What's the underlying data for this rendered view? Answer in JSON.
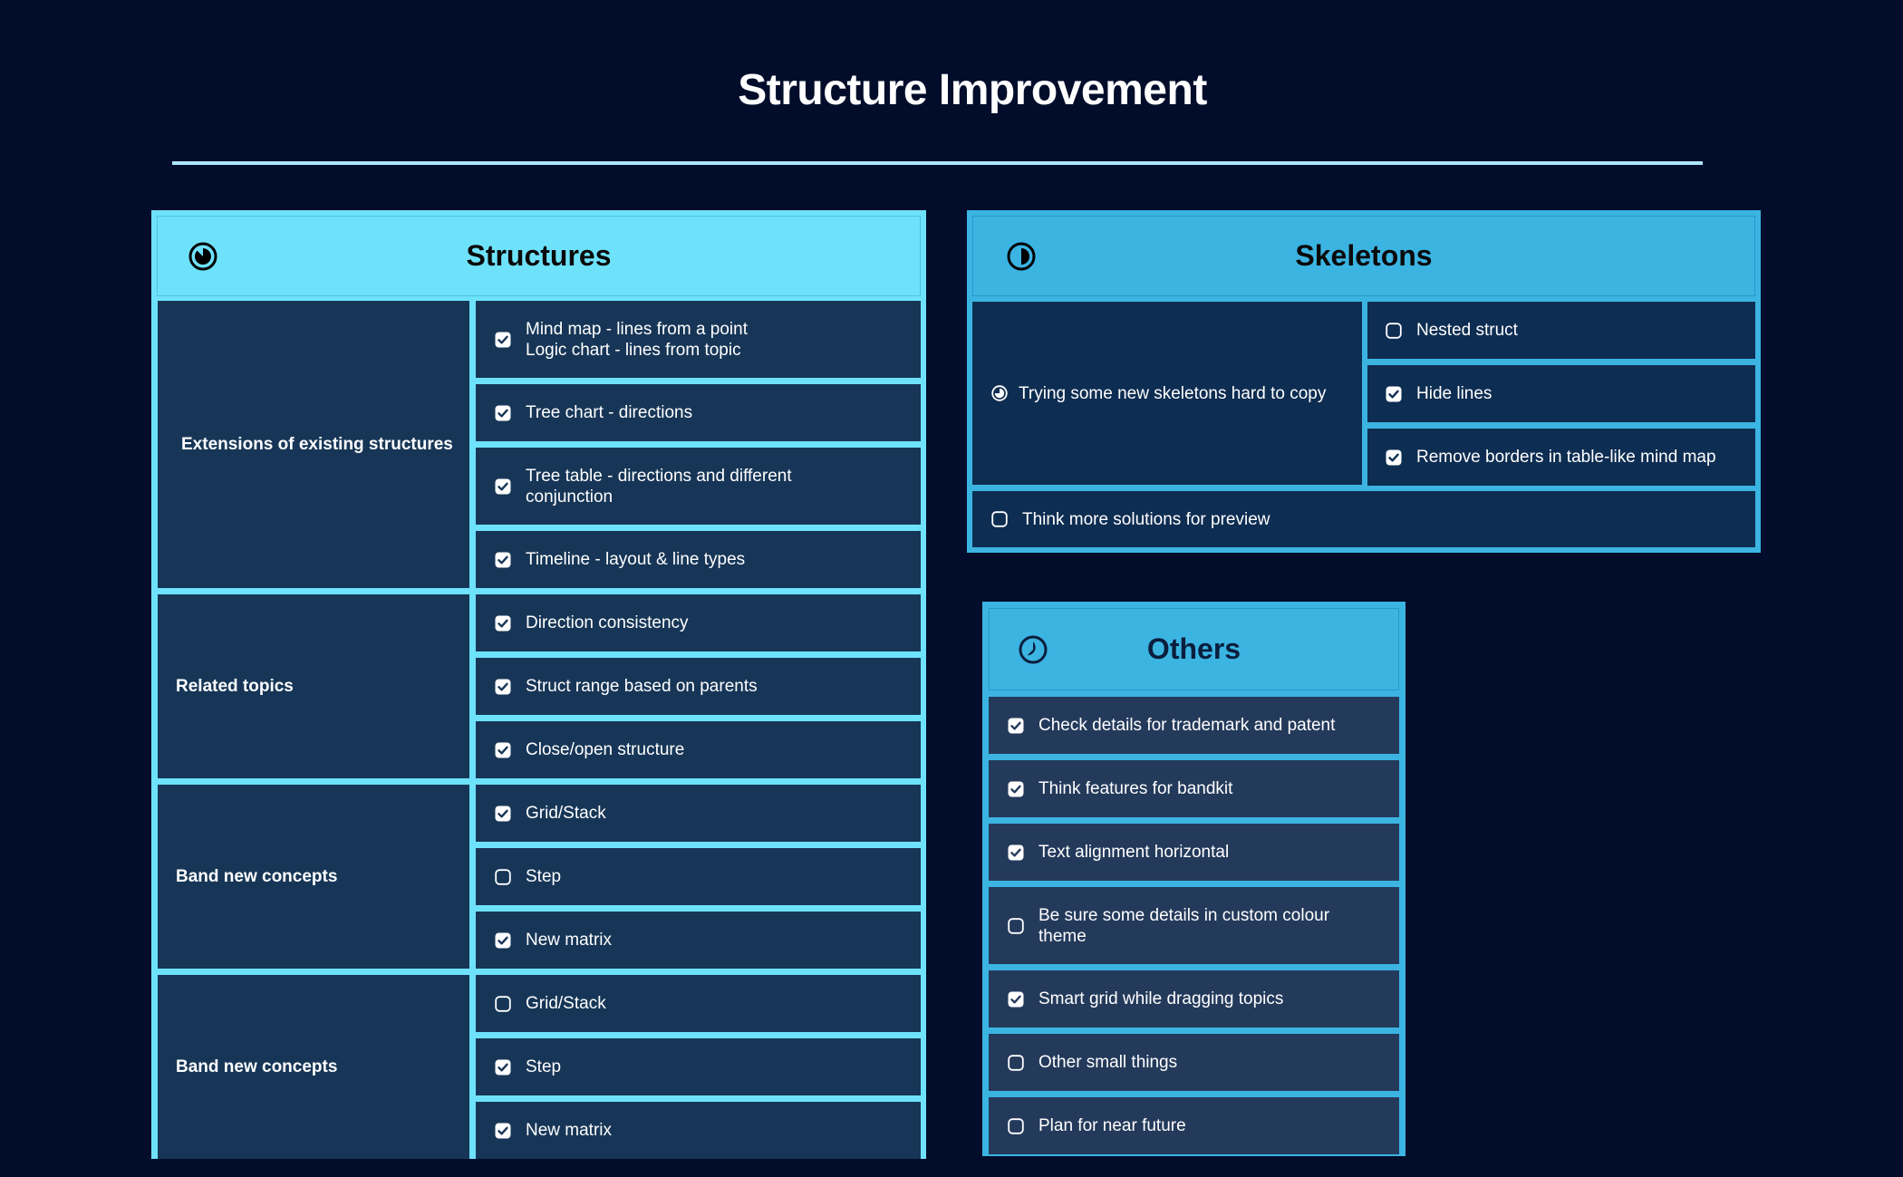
{
  "page": {
    "title": "Structure Improvement"
  },
  "colors": {
    "background": "#010d2b",
    "structures_header": "#6ee2fb",
    "skeletons_header": "#3bb4e2",
    "others_header": "#3bb4e2",
    "structures_cell": "#173657",
    "skeletons_cell": "#0e2d52",
    "others_cell": "#243a5b"
  },
  "structures": {
    "title": "Structures",
    "progress_icon": "progress-pie-88",
    "groups": [
      {
        "label": "Extensions of existing structures",
        "items": [
          {
            "line1": "Mind map - lines from a point",
            "line2": "Logic chart - lines from topic",
            "checked": true
          },
          {
            "line1": "Tree chart - directions",
            "checked": true
          },
          {
            "line1": "Tree table - directions and different",
            "line2": "conjunction",
            "checked": true
          },
          {
            "line1": "Timeline - layout & line types",
            "checked": true
          }
        ]
      },
      {
        "label": "Related topics",
        "items": [
          {
            "line1": "Direction consistency",
            "checked": true
          },
          {
            "line1": "Struct range based on parents",
            "checked": true
          },
          {
            "line1": "Close/open structure",
            "checked": true
          }
        ]
      },
      {
        "label": "Band new concepts",
        "items": [
          {
            "line1": "Grid/Stack",
            "checked": true
          },
          {
            "line1": "Step",
            "checked": false
          },
          {
            "line1": "New matrix",
            "checked": true
          }
        ]
      },
      {
        "label": "Band new concepts",
        "items": [
          {
            "line1": "Grid/Stack",
            "checked": false
          },
          {
            "line1": "Step",
            "checked": true
          },
          {
            "line1": "New matrix",
            "checked": true
          }
        ]
      }
    ]
  },
  "skeletons": {
    "title": "Skeletons",
    "progress_icon": "progress-pie-50",
    "group": {
      "label": "Trying some new skeletons hard to copy",
      "label_icon": "progress-pie-75",
      "items": [
        {
          "line1": "Nested struct",
          "checked": false
        },
        {
          "line1": "Hide lines",
          "checked": true
        },
        {
          "line1": "Remove borders in table-like mind map",
          "checked": true
        }
      ]
    },
    "footer_item": {
      "line1": "Think more solutions for preview",
      "checked": false
    }
  },
  "others": {
    "title": "Others",
    "progress_icon": "progress-pie-63",
    "items": [
      {
        "line1": "Check details for trademark and patent",
        "checked": true
      },
      {
        "line1": "Think features for bandkit",
        "checked": true
      },
      {
        "line1": "Text alignment horizontal",
        "checked": true
      },
      {
        "line1": "Be sure some details in custom colour",
        "line2": "theme",
        "checked": false
      },
      {
        "line1": "Smart grid while dragging topics",
        "checked": true
      },
      {
        "line1": "Other small things",
        "checked": false
      },
      {
        "line1": "Plan for near future",
        "checked": false
      }
    ]
  }
}
